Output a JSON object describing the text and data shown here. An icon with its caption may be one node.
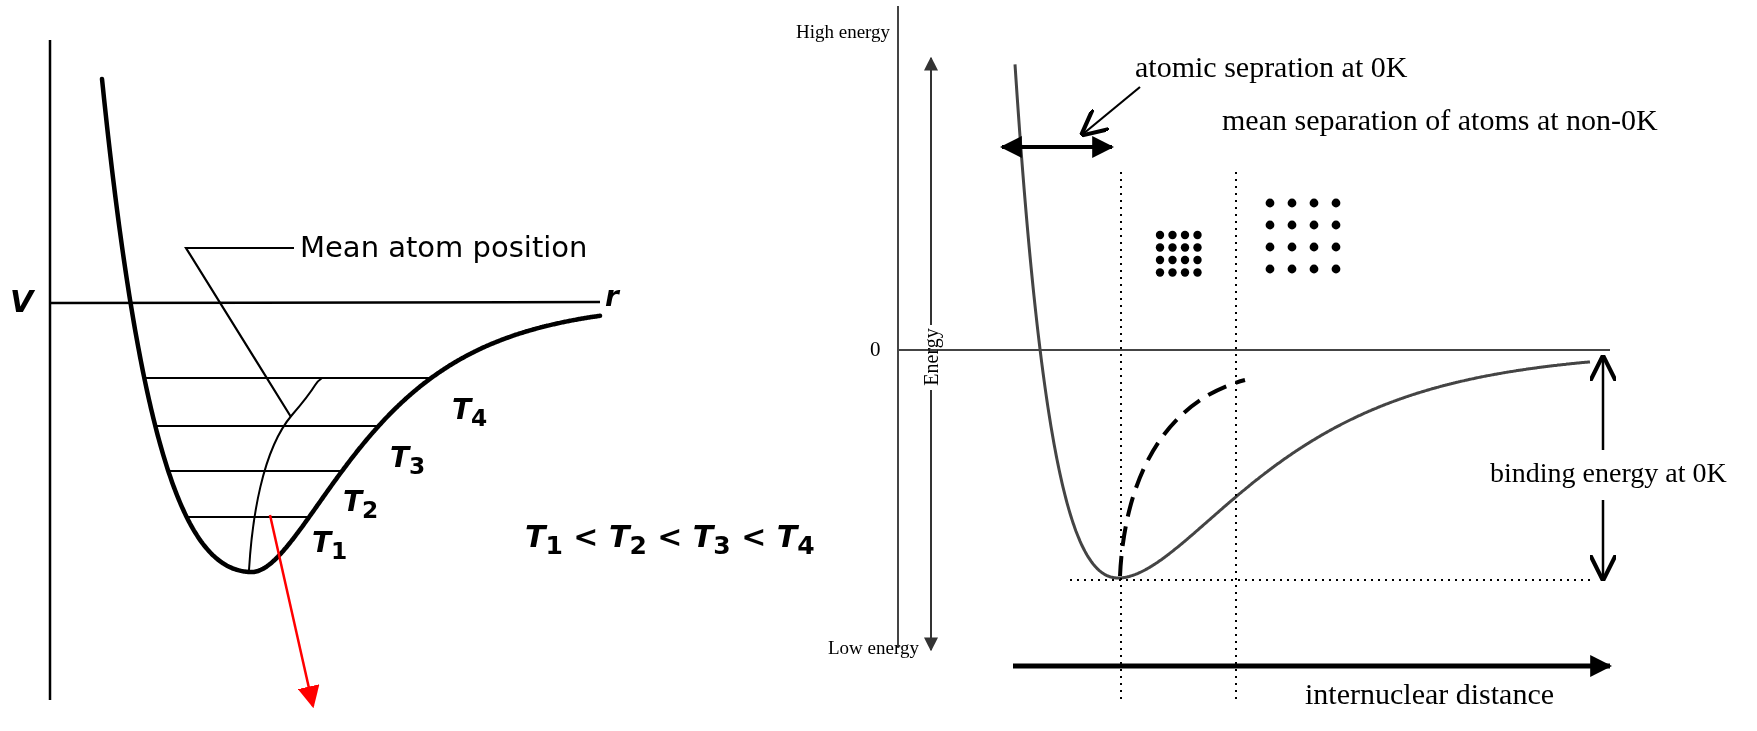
{
  "diagram": {
    "nodes": [
      {
        "text": [
          "Mean atom position"
        ]
      },
      {
        "text": [],
        "shape": "curve"
      },
      {
        "text": [
          "atomic sepration at 0K"
        ]
      },
      {
        "text": [],
        "shape": "arrow"
      }
    ],
    "edges": [
      {
        "from": 0,
        "to": 1,
        "arrow": "none"
      },
      {
        "from": 2,
        "to": 3,
        "arrow": "to"
      }
    ],
    "labels": [
      "V",
      "r",
      "*T*$_{4}$",
      "*T*$_{3}$",
      "*T*$_{2}$",
      "*T*$_{1}$",
      "*T*$_{1}$ < *T*$_{2}$ < *T*$_{3}$ < *T*$_{4}$",
      "High energy",
      "Energy",
      "0",
      "mean separation of atoms at non-0K",
      "binding energy at 0K",
      "Low energy",
      "internuclear distance"
    ]
  }
}
